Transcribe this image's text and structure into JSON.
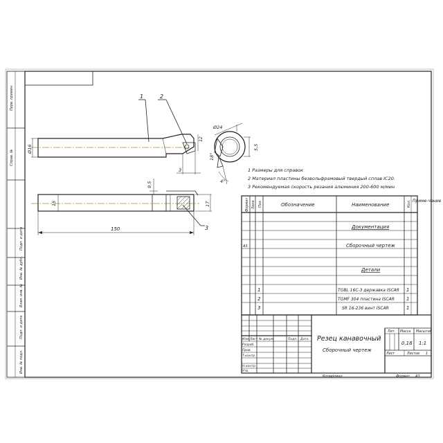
{
  "drawing": {
    "title": "Резец канавочный",
    "doc_type": "Сборочный чертеж",
    "mass": "0,18",
    "scale": "1:1",
    "sheet_label": "Лист",
    "sheets_label": "Листов",
    "sheets_count": "1",
    "copied": "Копировал",
    "format": "Формат",
    "format_value": "А3",
    "lit_header": "Лит.",
    "mass_header": "Масса",
    "scale_header": "Масштаб"
  },
  "notes": [
    "1 Размеры для справок",
    "2 Материал пластины безвольфрамовый твердый сплав IC20.",
    "3 Рекомендуемая скорость резания алюминия 200-600 м/мин"
  ],
  "dimensions": {
    "d16": "Ø16",
    "d24": "Ø24",
    "d12": "12",
    "d18": "18°",
    "d55": "5,5",
    "d3a": "3",
    "d4": "4°",
    "d95": "9,5",
    "d15": "15",
    "d17": "17",
    "d150": "150"
  },
  "leaders": [
    "1",
    "2",
    "3"
  ],
  "spec": {
    "headers": {
      "format": "Формат",
      "zone": "Зона",
      "pos": "Поз.",
      "designation": "Обозначение",
      "name": "Наименование",
      "qty": "Кол.",
      "note": "Приме-чание"
    },
    "sections": {
      "documentation": "Документация",
      "assembly_drawing": "Сборочный чертеж",
      "parts": "Детали",
      "a3": "А3"
    },
    "rows": [
      {
        "pos": "1",
        "name": "TGBL 16C-3 державка ISCAR",
        "qty": "1"
      },
      {
        "pos": "2",
        "name": "TGMF 304 пластина ISCAR",
        "qty": "1"
      },
      {
        "pos": "3",
        "name": "SR 16-236 винт ISCAR",
        "qty": "1"
      }
    ]
  },
  "title_block": {
    "izm": "Изм.",
    "list": "Лист",
    "docnum": "№ докум.",
    "sign": "Подп.",
    "date": "Дата",
    "developed": "Разраб.",
    "checked": "Пров.",
    "tcontrol": "Т.контр.",
    "ncontrol": "Н.контр.",
    "approved": "Утв."
  },
  "side_stamps": [
    "Перв. примен.",
    "Справ. №",
    "Подп. и дата",
    "Инв. № дубл.",
    "Взам. инв. №",
    "Подп. и дата",
    "Инв. № подл."
  ]
}
